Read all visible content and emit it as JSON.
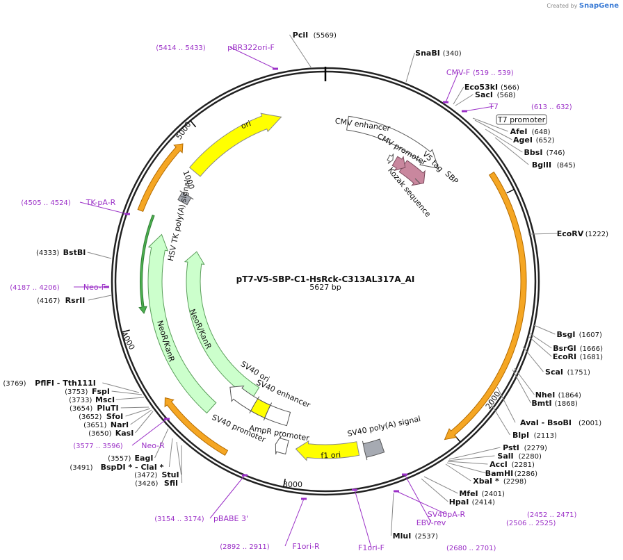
{
  "credit": {
    "prefix": "Created by",
    "brand": "SnapGene"
  },
  "plasmid": {
    "name": "pT7-V5-SBP-C1-HsRck-C313AL317A_AI",
    "size": "5627 bp"
  },
  "ticks": [
    "1000",
    "2000",
    "3000",
    "4000",
    "5000"
  ],
  "sites": [
    {
      "name": "PciI",
      "pos": "(5569)"
    },
    {
      "name": "SnaBI",
      "pos": "(340)"
    },
    {
      "name": "Eco53kI",
      "pos": "(566)"
    },
    {
      "name": "SacI",
      "pos": "(568)"
    },
    {
      "name": "AfeI",
      "pos": "(648)"
    },
    {
      "name": "AgeI",
      "pos": "(652)"
    },
    {
      "name": "BbsI",
      "pos": "(746)"
    },
    {
      "name": "BglII",
      "pos": "(845)"
    },
    {
      "name": "EcoRV",
      "pos": "(1222)"
    },
    {
      "name": "BsgI",
      "pos": "(1607)"
    },
    {
      "name": "BsrGI",
      "pos": "(1666)"
    },
    {
      "name": "EcoRI",
      "pos": "(1681)"
    },
    {
      "name": "ScaI",
      "pos": "(1751)"
    },
    {
      "name": "NheI",
      "pos": "(1864)"
    },
    {
      "name": "BmtI",
      "pos": "(1868)"
    },
    {
      "name": "AvaI  - BsoBI",
      "pos": "(2001)"
    },
    {
      "name": "BlpI",
      "pos": "(2113)"
    },
    {
      "name": "PstI",
      "pos": "(2279)"
    },
    {
      "name": "SalI",
      "pos": "(2280)"
    },
    {
      "name": "AccI",
      "pos": "(2281)"
    },
    {
      "name": "BamHI",
      "pos": "(2286)"
    },
    {
      "name": "XbaI *",
      "pos": "(2298)"
    },
    {
      "name": "MfeI",
      "pos": "(2401)"
    },
    {
      "name": "HpaI",
      "pos": "(2414)"
    },
    {
      "name": "MluI",
      "pos": "(2537)"
    },
    {
      "name": "SfiI",
      "pos": "(3426)"
    },
    {
      "name": "StuI",
      "pos": "(3472)"
    },
    {
      "name": "BspDI * - ClaI *",
      "pos": "(3491)"
    },
    {
      "name": "EagI",
      "pos": "(3557)"
    },
    {
      "name": "KasI",
      "pos": "(3650)"
    },
    {
      "name": "NarI",
      "pos": "(3651)"
    },
    {
      "name": "SfoI",
      "pos": "(3652)"
    },
    {
      "name": "PluTI",
      "pos": "(3654)"
    },
    {
      "name": "MscI",
      "pos": "(3733)"
    },
    {
      "name": "FspI",
      "pos": "(3753)"
    },
    {
      "name": "PflFI  - Tth111I",
      "pos": "(3769)"
    },
    {
      "name": "RsrII",
      "pos": "(4167)"
    },
    {
      "name": "BstBI",
      "pos": "(4333)"
    }
  ],
  "primers": [
    {
      "name": "pBR322ori-F",
      "pos": "(5414 .. 5433)"
    },
    {
      "name": "CMV-F",
      "pos": "(519 .. 539)"
    },
    {
      "name": "T7",
      "pos": "(613 .. 632)"
    },
    {
      "name": "SV40pA-R",
      "pos": "(2452 .. 2471)"
    },
    {
      "name": "EBV-rev",
      "pos": "(2506 .. 2525)"
    },
    {
      "name": "F1ori-F",
      "pos": "(2680 .. 2701)"
    },
    {
      "name": "F1ori-R",
      "pos": "(2892 .. 2911)"
    },
    {
      "name": "pBABE 3'",
      "pos": "(3154 .. 3174)"
    },
    {
      "name": "Neo-R",
      "pos": "(3577 .. 3596)"
    },
    {
      "name": "Neo-F",
      "pos": "(4187 .. 4206)"
    },
    {
      "name": "TK-pA-R",
      "pos": "(4505 .. 4524)"
    }
  ],
  "features": {
    "t7_promoter": "T7 promoter",
    "cmv_enhancer": "CMV enhancer",
    "cmv_promoter": "CMV promoter",
    "v5_tag": "V5 tag",
    "sbp": "SBP",
    "kozak": "Kozak sequence",
    "ori": "ori",
    "hsv_tk": "HSV TK poly(A) signal",
    "neor_outer": "NeoR/KanR",
    "neor_inner": "NeoR/KanR",
    "sv40_ori": "SV40 ori",
    "sv40_enhancer": "SV40 enhancer",
    "sv40_promoter": "SV40 promoter",
    "ampr_promoter": "AmpR promoter",
    "f1_ori": "f1 ori",
    "sv40_polya": "SV40 poly(A) signal"
  },
  "colors": {
    "backbone": "#222222",
    "ori": "#ffff00",
    "cds_orange": "#f5a623",
    "neo": "#ccffcc",
    "neo_stroke": "#5a9e5a",
    "tag": "#c9879e",
    "polya": "#a6aab2",
    "promoter": "#ffffff",
    "primer": "#9b30c7"
  }
}
